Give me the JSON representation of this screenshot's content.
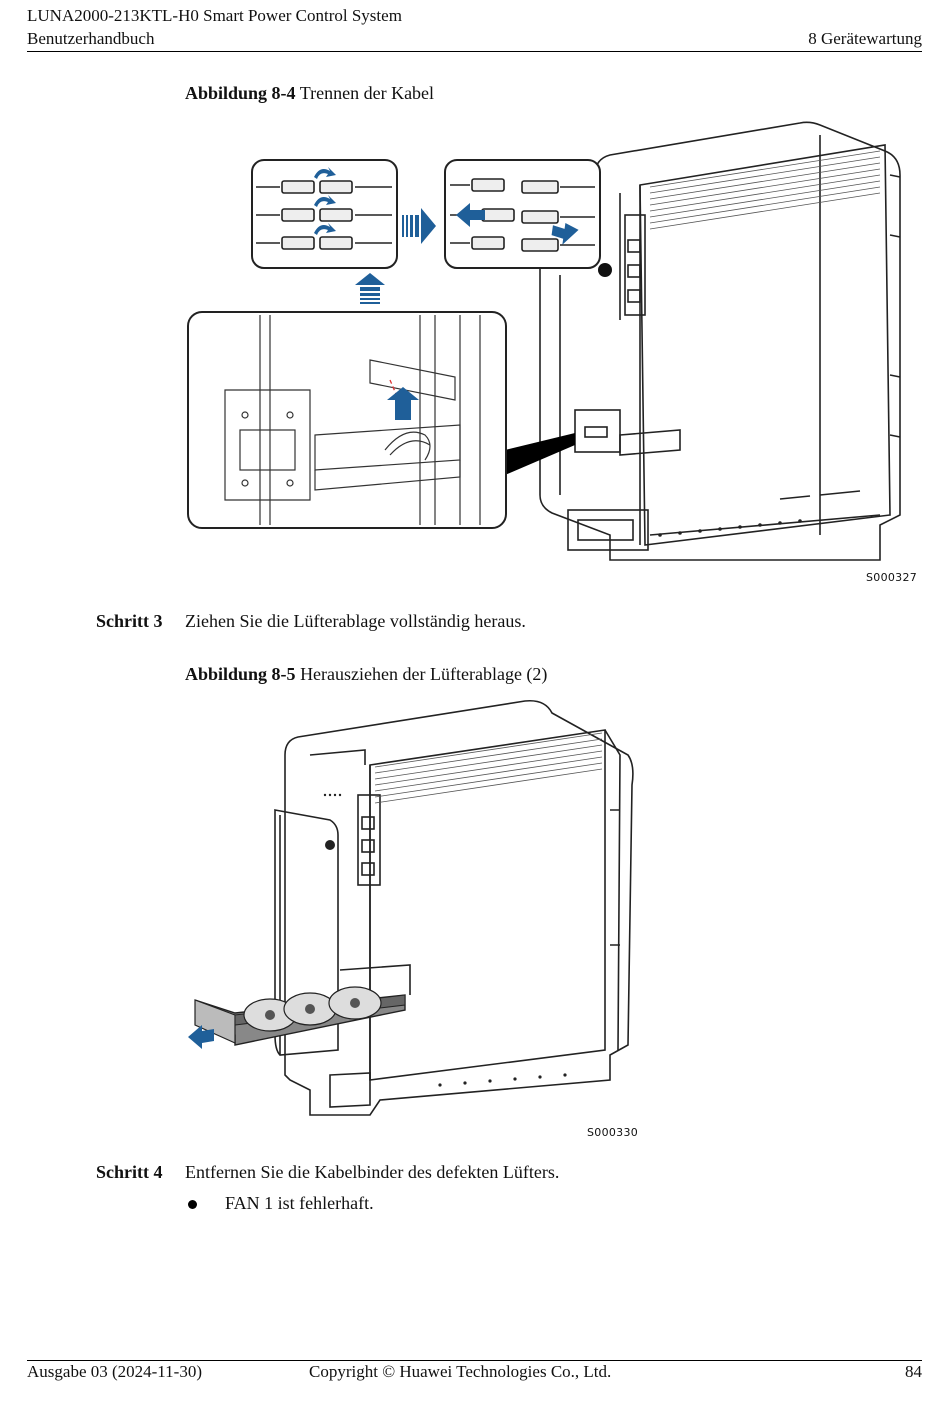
{
  "header": {
    "product": "LUNA2000-213KTL-H0 Smart Power Control System",
    "doc_type": "Benutzerhandbuch",
    "chapter": "8 Gerätewartung"
  },
  "figure_8_4": {
    "label": "Abbildung 8-4",
    "title": "Trennen der Kabel",
    "id": "S000327"
  },
  "step3": {
    "label": "Schritt 3",
    "text": "Ziehen Sie die Lüfterablage vollständig heraus."
  },
  "figure_8_5": {
    "label": "Abbildung 8-5",
    "title": "Herausziehen der Lüfterablage (2)",
    "id": "S000330"
  },
  "step4": {
    "label": "Schritt 4",
    "text": "Entfernen Sie die Kabelbinder des defekten Lüfters.",
    "bullets": [
      "FAN 1 ist fehlerhaft."
    ]
  },
  "footer": {
    "edition": "Ausgabe 03 (2024-11-30)",
    "copyright": "Copyright © Huawei Technologies Co., Ltd.",
    "page": "84"
  },
  "colors": {
    "accent_arrow": "#1f5f99",
    "line": "#222222"
  }
}
